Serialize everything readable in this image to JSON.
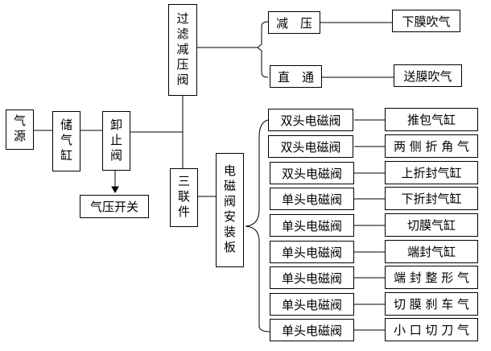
{
  "diagram": {
    "source": "气源",
    "tank": "储气缸",
    "unload_valve": "卸止阀",
    "pressure_switch": "气压开关",
    "filter_valve": "过滤减压阀",
    "triple_unit": "三联件",
    "solenoid_board": "电磁阀安装板",
    "branches_top": [
      {
        "label": "减　压",
        "target": "下膜吹气"
      },
      {
        "label": "直　通",
        "target": "送膜吹气"
      }
    ],
    "solenoid_rows": [
      {
        "valve": "双头电磁阀",
        "target": "推包气缸"
      },
      {
        "valve": "双头电磁阀",
        "target": "两 侧 折 角 气"
      },
      {
        "valve": "双头电磁阀",
        "target": "上折封气缸"
      },
      {
        "valve": "单头电磁阀",
        "target": "下折封气缸"
      },
      {
        "valve": "单头电磁阀",
        "target": "切膜气缸"
      },
      {
        "valve": "单头电磁阀",
        "target": "端封气缸"
      },
      {
        "valve": "单头电磁阀",
        "target": "端 封 整 形 气"
      },
      {
        "valve": "单头电磁阀",
        "target": "切 膜 刹 车 气"
      },
      {
        "valve": "单头电磁阀",
        "target": "小 口 切 刀 气"
      }
    ]
  }
}
